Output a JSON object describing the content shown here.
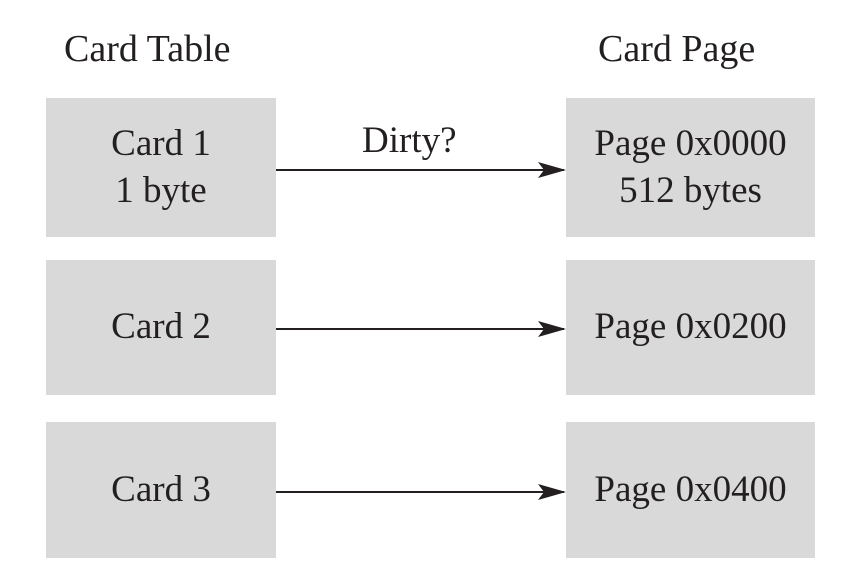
{
  "headings": {
    "left": "Card Table",
    "right": "Card Page"
  },
  "cards": [
    {
      "line1": "Card 1",
      "line2": "1 byte"
    },
    {
      "line1": "Card 2"
    },
    {
      "line1": "Card 3"
    }
  ],
  "pages": [
    {
      "line1": "Page 0x0000",
      "line2": "512 bytes"
    },
    {
      "line1": "Page 0x0200"
    },
    {
      "line1": "Page 0x0400"
    }
  ],
  "arrow_label": "Dirty?",
  "colors": {
    "box_fill": "#d9d9d9",
    "text": "#231f20",
    "arrow": "#231f20"
  }
}
